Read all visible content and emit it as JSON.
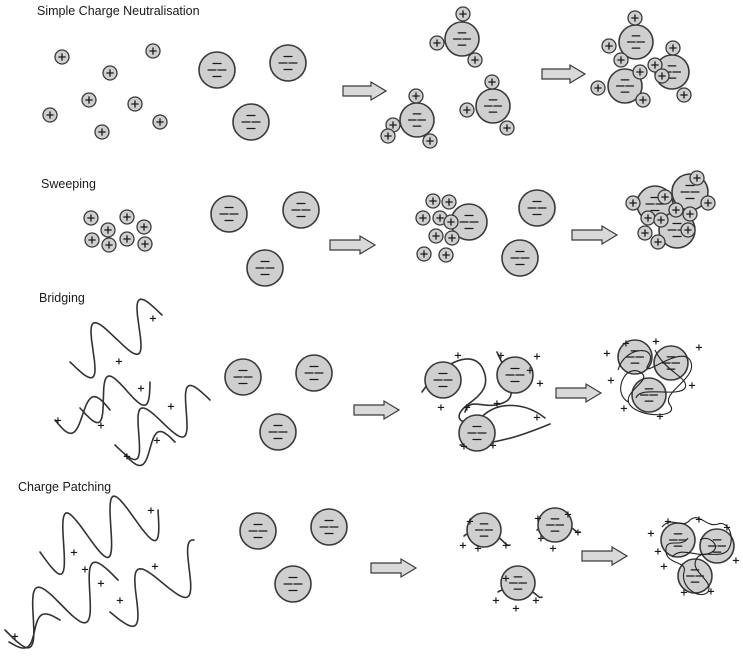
{
  "rows": [
    {
      "id": "simple-charge-neutralisation",
      "title": "Simple Charge Neutralisation"
    },
    {
      "id": "sweeping",
      "title": "Sweeping"
    },
    {
      "id": "bridging",
      "title": "Bridging"
    },
    {
      "id": "charge-patching",
      "title": "Charge Patching"
    }
  ],
  "charges": {
    "positive": "+",
    "negative": "−"
  },
  "colors": {
    "particle_fill": "#cfcfcf",
    "outline": "#3a3a3a",
    "arrow_fill": "#d9d9d9"
  }
}
